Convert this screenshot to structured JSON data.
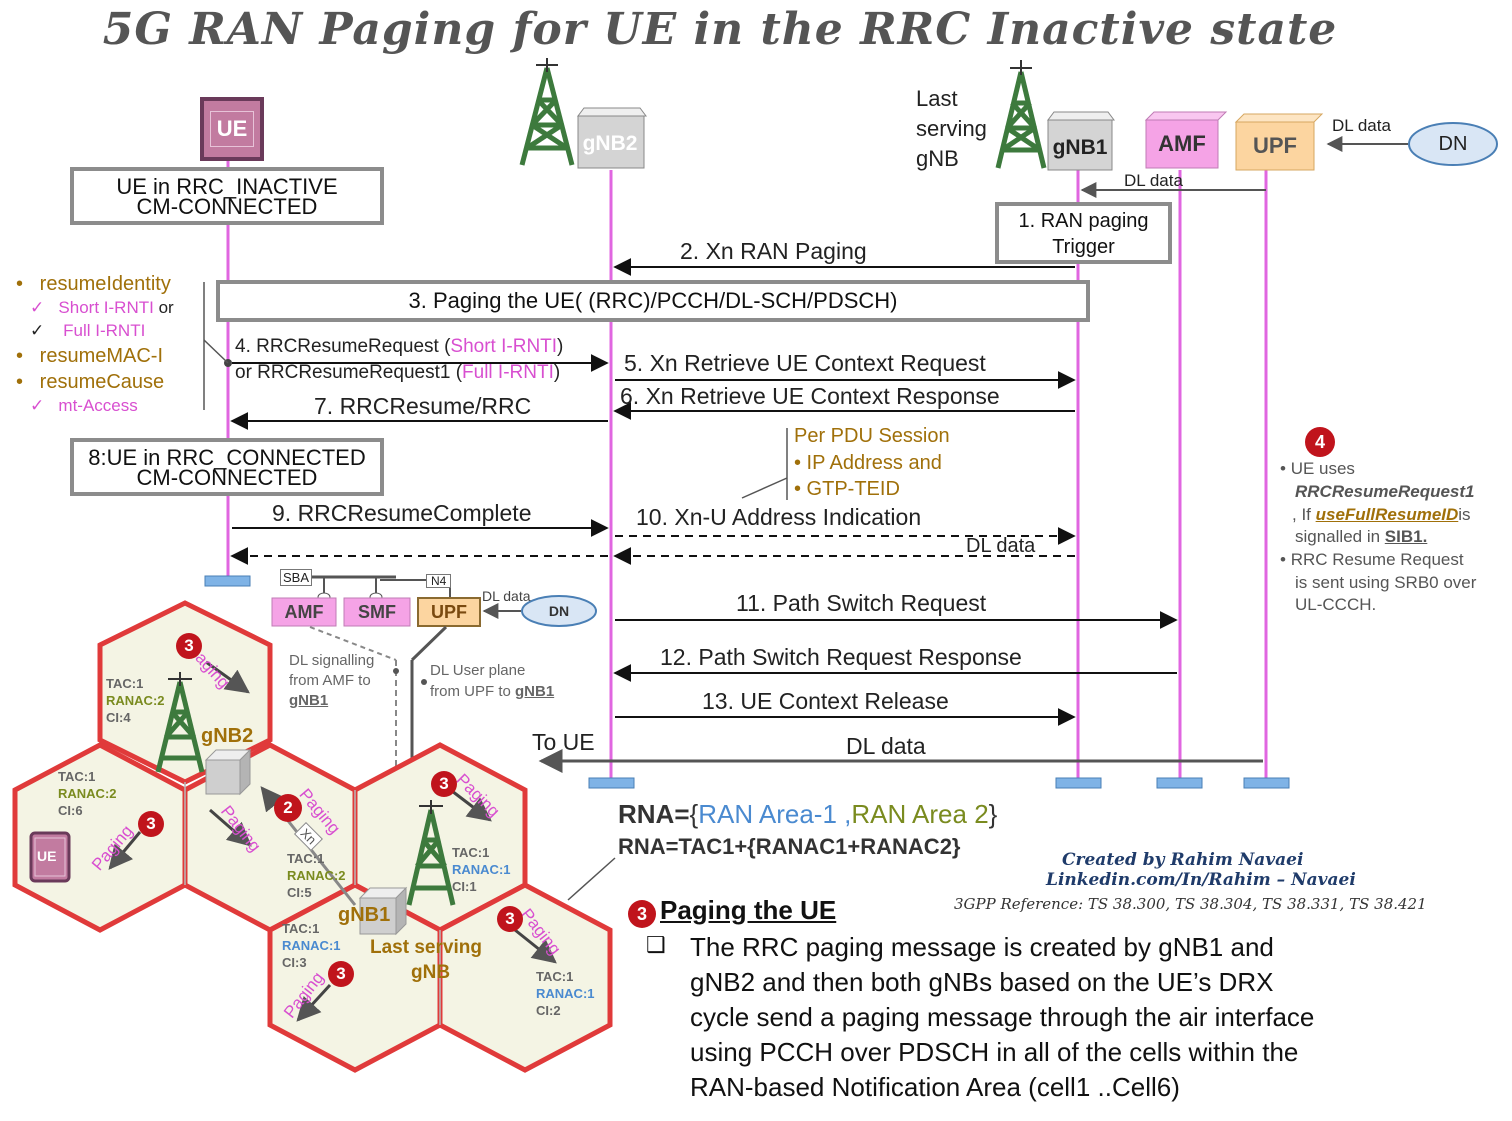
{
  "title": "5G RAN Paging for UE in the RRC Inactive state",
  "entities": {
    "ue": "UE",
    "gnb2": "gNB2",
    "gnb1": "gNB1",
    "amf": "AMF",
    "upf": "UPF",
    "dn": "DN",
    "last_serving": [
      "Last",
      "serving",
      "gNB"
    ]
  },
  "states": {
    "inactive": [
      "UE in RRC_INACTIVE",
      "CM-CONNECTED"
    ],
    "connected": [
      "8:UE in RRC_CONNECTED",
      "CM-CONNECTED"
    ]
  },
  "messages": {
    "dl_data_top": "DL data",
    "dl_data_gnb1": "DL data",
    "m1": [
      "1. RAN paging",
      "Trigger"
    ],
    "m2": "2. Xn RAN Paging",
    "m3": "3. Paging the UE( (RRC)/PCCH/DL-SCH/PDSCH)",
    "m4a": "4. RRCResumeRequest (",
    "m4a_pink": "Short I-RNTI",
    "m4a_end": ")",
    "m4b": "or RRCResumeRequest1 (",
    "m4b_pink": "Full I-RNTI",
    "m4b_end": ")",
    "m5": "5. Xn Retrieve UE Context Request",
    "m6": "6. Xn Retrieve UE Context Response",
    "m7": "7. RRCResume/RRC",
    "m9": "9. RRCResumeComplete",
    "m10": "10. Xn-U Address Indication",
    "dl_data_mid": "DL data",
    "m11": "11. Path Switch Request",
    "m12": "12. Path Switch Request Response",
    "m13": "13. UE Context Release",
    "to_ue": "To UE",
    "dl_data_bottom": "DL data"
  },
  "left_notes": {
    "resume_identity": "resumeIdentity",
    "short_irnti": "Short I-RNTI",
    "or": "or",
    "full_irnti": "Full I-RNTI",
    "resume_mac": "resumeMAC-I",
    "resume_cause": "resumeCause",
    "mt_access": "mt-Access"
  },
  "pdu_note": [
    "Per PDU Session",
    "• IP Address and",
    "• GTP-TEID"
  ],
  "right_note": {
    "badge": "4",
    "b1a": "UE uses",
    "b1b": "RRCResumeRequest1",
    "b1c": ", If ",
    "b1d": "useFullResumeID",
    "b1e": "is",
    "b1f": "signalled in ",
    "b1g": "SIB1.",
    "b2a": "RRC Resume Request",
    "b2b": "is sent using SRB0 over",
    "b2c": "UL-CCCH."
  },
  "core_mini": {
    "sba": "SBA",
    "n4": "N4",
    "amf": "AMF",
    "smf": "SMF",
    "upf": "UPF",
    "dl_data": "DL data",
    "dn": "DN",
    "dl_signalling": [
      "DL signalling",
      "from AMF to",
      "gNB1"
    ],
    "dl_user_plane": [
      "DL User plane",
      "from UPF to ",
      "gNB1"
    ]
  },
  "cells": [
    {
      "tac": "TAC:1",
      "ranac": "RANAC:2",
      "ci": "CI:4",
      "ranac_color": "#7a8b1f"
    },
    {
      "tac": "TAC:1",
      "ranac": "RANAC:2",
      "ci": "CI:6",
      "ranac_color": "#7a8b1f"
    },
    {
      "tac": "TAC:1",
      "ranac": "RANAC:2",
      "ci": "CI:5",
      "ranac_color": "#7a8b1f"
    },
    {
      "tac": "TAC:1",
      "ranac": "RANAC:1",
      "ci": "CI:1",
      "ranac_color": "#4a8ad0"
    },
    {
      "tac": "TAC:1",
      "ranac": "RANAC:1",
      "ci": "CI:3",
      "ranac_color": "#4a8ad0"
    },
    {
      "tac": "TAC:1",
      "ranac": "RANAC:1",
      "ci": "CI:2",
      "ranac_color": "#4a8ad0"
    }
  ],
  "map_labels": {
    "gnb2": "gNB2",
    "gnb1": "gNB1",
    "last_serving": "Last serving",
    "gnb": "gNB",
    "ue": "UE",
    "paging": "Paging",
    "xn": "Xn",
    "badge3": "3",
    "badge2": "2"
  },
  "rna": {
    "l1_prefix": "RNA=",
    "l1_brace": "{",
    "l1_area1": "RAN Area-1 ,",
    "l1_area2": "RAN Area 2",
    "l1_close": "}",
    "l2": "RNA=TAC1+{RANAC1+RANAC2}"
  },
  "credits": {
    "created": "Created by Rahim Navaei",
    "linkedin": "Linkedin.com/In/Rahim – Navaei",
    "reference": "3GPP Reference: TS 38.300, TS 38.304, TS 38.331, TS 38.421"
  },
  "paging_box": {
    "badge": "3",
    "heading": "Paging the UE",
    "lines": [
      "The RRC paging message is created by gNB1 and",
      "gNB2 and then both gNBs based on the UE’s DRX",
      "cycle send a paging message through the air interface",
      "using PCCH over PDSCH in all of the cells within the",
      "RAN-based Notification Area (cell1 ..Cell6)"
    ]
  },
  "colors": {
    "ue_fill": "#c27ba0",
    "gnb_fill": "#d9d9d9",
    "amf_fill": "#f5a3e6",
    "upf_fill": "#fcd5a0",
    "lifeline": "#e066e0",
    "cell_border": "#e03a3a",
    "cell_fill": "#f4f4e4",
    "badge": "#c0141c",
    "tower": "#3d7a3d"
  }
}
